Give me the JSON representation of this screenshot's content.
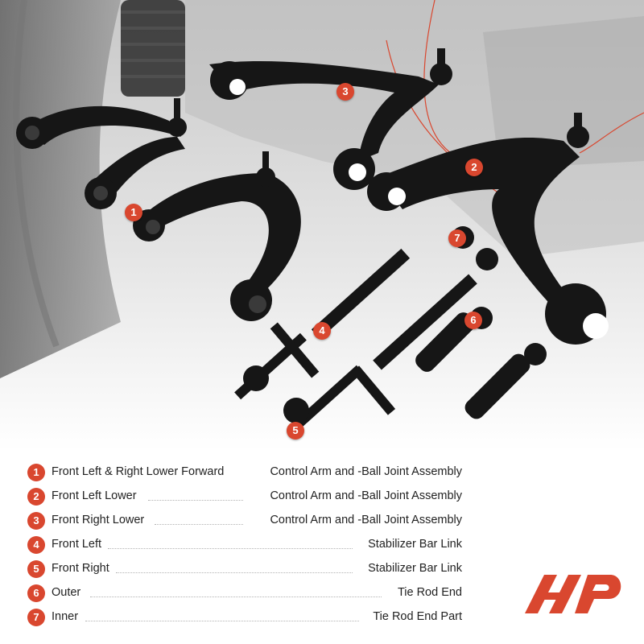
{
  "parts": [
    {
      "num": "1",
      "position": "Front Left & Right Lower Forward",
      "name": "Control Arm and -Ball Joint Assembly"
    },
    {
      "num": "2",
      "position": "Front Left Lower",
      "name": "Control Arm and -Ball Joint Assembly"
    },
    {
      "num": "3",
      "position": "Front Right Lower",
      "name": "Control Arm and -Ball Joint Assembly"
    },
    {
      "num": "4",
      "position": "Front Left",
      "name": "Stabilizer Bar Link"
    },
    {
      "num": "5",
      "position": "Front Right",
      "name": "Stabilizer Bar Link"
    },
    {
      "num": "6",
      "position": "Outer",
      "name": "Tie Rod End"
    },
    {
      "num": "7",
      "position": "Inner",
      "name": "Tie Rod End Part"
    }
  ],
  "callouts": [
    "1",
    "2",
    "3",
    "4",
    "5",
    "6",
    "7"
  ],
  "colors": {
    "accent": "#d9472f",
    "part": "#161616",
    "background": "#ffffff"
  },
  "logo": "a-premium-logo-icon"
}
